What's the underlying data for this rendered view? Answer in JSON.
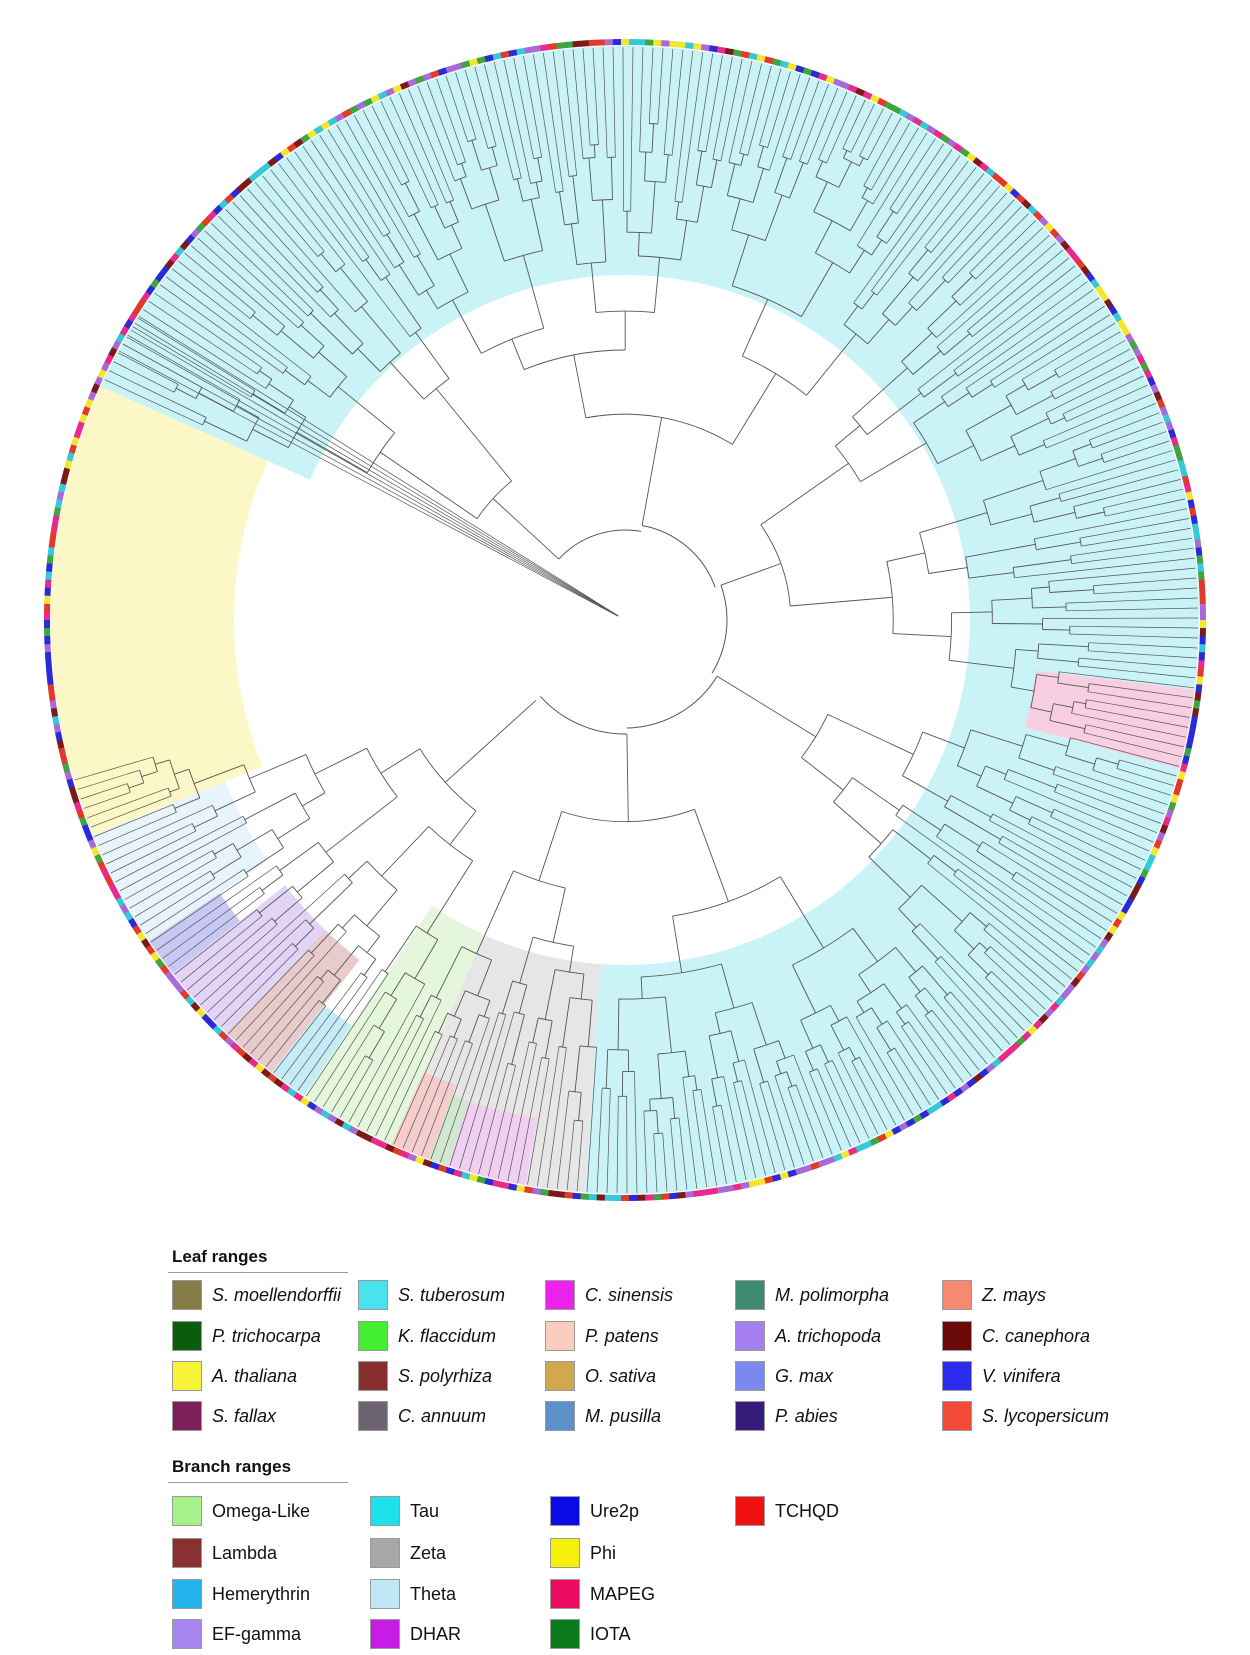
{
  "colors": {
    "branch": "#555555",
    "outer_ring_palette": [
      "#2a2ad8",
      "#e23a2a",
      "#f2e62e",
      "#3fa53f",
      "#a86ad8",
      "#7a1a1a",
      "#35c8d8",
      "#e82a8a"
    ]
  },
  "clade_highlights": [
    {
      "name": "Tau",
      "color": "#c9f3f6"
    },
    {
      "name": "Phi",
      "color": "#fbf7c6"
    },
    {
      "name": "Theta",
      "color": "#e8f4fb"
    },
    {
      "name": "Ure2p",
      "color": "#c8c8f4"
    },
    {
      "name": "EF-gamma",
      "color": "#e2d4f6"
    },
    {
      "name": "Lambda",
      "color": "#e8cccc"
    },
    {
      "name": "Hemerythrin",
      "color": "#c5ecf5"
    },
    {
      "name": "Omega-Like",
      "color": "#e4f7dc"
    },
    {
      "name": "TCHQD",
      "color": "#f6cccc"
    },
    {
      "name": "IOTA",
      "color": "#cfe8cf"
    },
    {
      "name": "DHAR",
      "color": "#f0d0f0"
    },
    {
      "name": "Zeta",
      "color": "#e6e6e6"
    },
    {
      "name": "MAPEG",
      "color": "#f8cfe0"
    }
  ],
  "legend": {
    "leaf_heading": "Leaf ranges",
    "leaf_items": [
      {
        "label": "S. moellendorffii",
        "color": "#857b46"
      },
      {
        "label": "P. trichocarpa",
        "color": "#0c5a0c"
      },
      {
        "label": "A. thaliana",
        "color": "#f8f43a"
      },
      {
        "label": "S. fallax",
        "color": "#7e1f5c"
      },
      {
        "label": "S. tuberosum",
        "color": "#49e3ee"
      },
      {
        "label": "K. flaccidum",
        "color": "#44ee33"
      },
      {
        "label": "S. polyrhiza",
        "color": "#8a2f2f"
      },
      {
        "label": "C. annuum",
        "color": "#6c6472"
      },
      {
        "label": "C. sinensis",
        "color": "#ee22ee"
      },
      {
        "label": "P. patens",
        "color": "#f8cdbb"
      },
      {
        "label": "O. sativa",
        "color": "#d0a84d"
      },
      {
        "label": "M. pusilla",
        "color": "#5b90c8"
      },
      {
        "label": "M. polimorpha",
        "color": "#3e8a72"
      },
      {
        "label": "A. trichopoda",
        "color": "#a67ef0"
      },
      {
        "label": "G. max",
        "color": "#7b88f0"
      },
      {
        "label": "P. abies",
        "color": "#351c7a"
      },
      {
        "label": "Z. mays",
        "color": "#f68a70"
      },
      {
        "label": "C. canephora",
        "color": "#6b0808"
      },
      {
        "label": "V. vinifera",
        "color": "#2b2bee"
      },
      {
        "label": "S. lycopersicum",
        "color": "#f44a3a"
      }
    ],
    "branch_heading": "Branch ranges",
    "branch_items": [
      {
        "label": "Omega-Like",
        "color": "#a8f08a"
      },
      {
        "label": "Lambda",
        "color": "#8a3030"
      },
      {
        "label": "Hemerythrin",
        "color": "#22b4ea"
      },
      {
        "label": "EF-gamma",
        "color": "#a785f0"
      },
      {
        "label": "Tau",
        "color": "#1de2ec"
      },
      {
        "label": "Zeta",
        "color": "#a8a8a8"
      },
      {
        "label": "Theta",
        "color": "#bfe6f5"
      },
      {
        "label": "DHAR",
        "color": "#c61ce6"
      },
      {
        "label": "Ure2p",
        "color": "#0a0ae6"
      },
      {
        "label": "Phi",
        "color": "#f5f00a"
      },
      {
        "label": "MAPEG",
        "color": "#ea0a62"
      },
      {
        "label": "IOTA",
        "color": "#0a7a1a"
      },
      {
        "label": "TCHQD",
        "color": "#f01010"
      }
    ]
  }
}
